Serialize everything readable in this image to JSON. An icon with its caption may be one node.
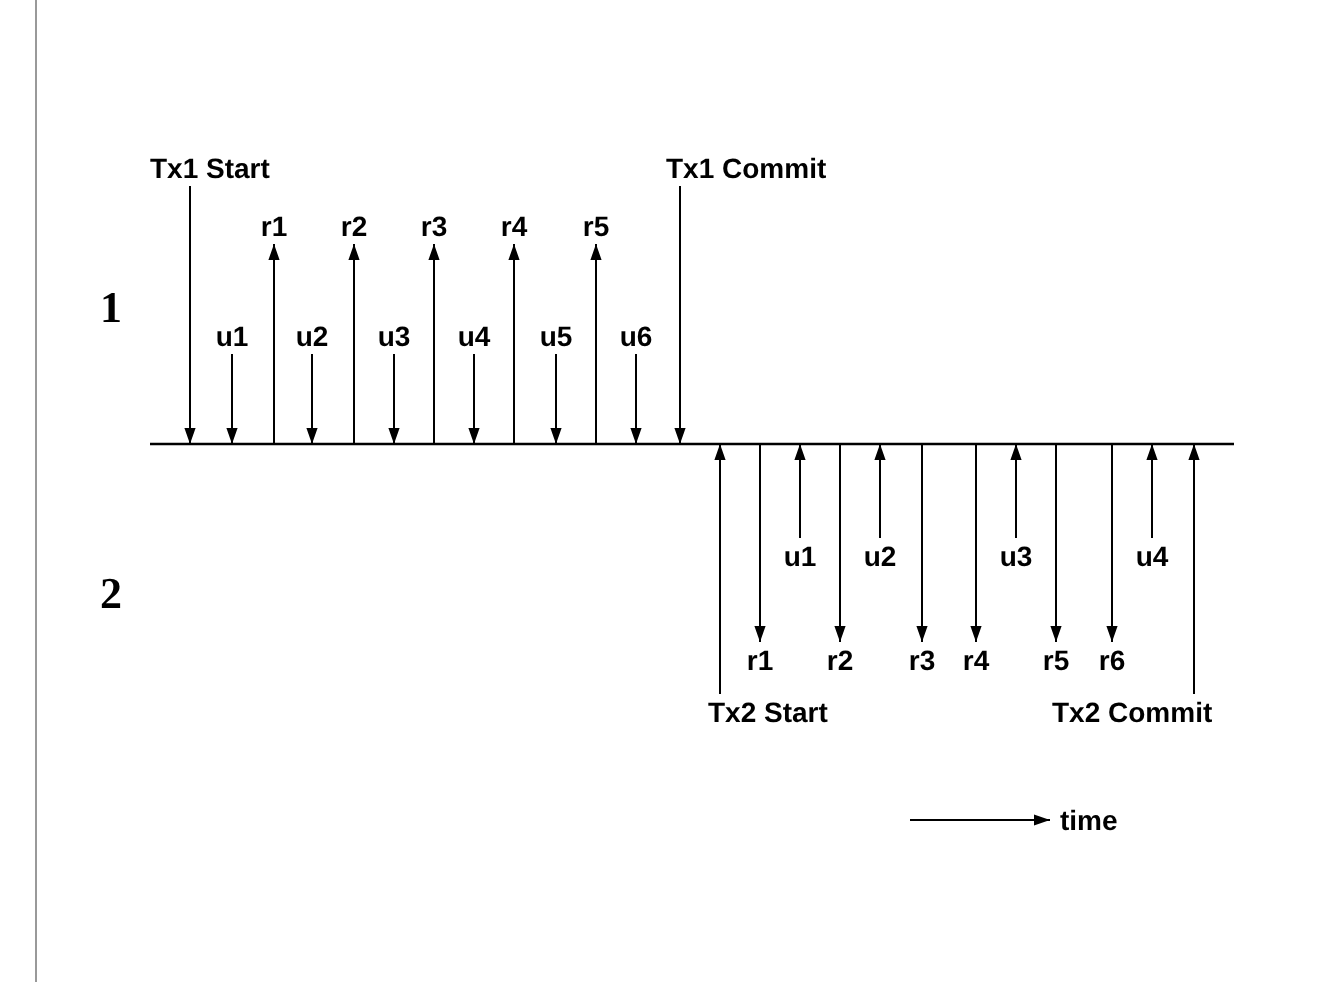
{
  "diagram": {
    "nodes": [
      {
        "text": [
          "Tx1 Start"
        ]
      },
      {
        "text": [
          "Tx1 Commit"
        ]
      },
      {
        "text": [
          "r1"
        ]
      },
      {
        "text": [
          "r2"
        ]
      },
      {
        "text": [
          "r3"
        ]
      },
      {
        "text": [
          "r4"
        ]
      },
      {
        "text": [
          "r5"
        ]
      },
      {
        "text": [
          "u1"
        ]
      },
      {
        "text": [
          "u2"
        ]
      },
      {
        "text": [
          "u3"
        ]
      },
      {
        "text": [
          "u4"
        ]
      },
      {
        "text": [
          "u5"
        ]
      },
      {
        "text": [
          "u6"
        ]
      },
      {
        "text": [
          "u1"
        ]
      },
      {
        "text": [
          "u2"
        ]
      },
      {
        "text": [
          "u3"
        ]
      },
      {
        "text": [
          "u4"
        ]
      },
      {
        "text": [
          "r1"
        ]
      },
      {
        "text": [
          "r2"
        ]
      },
      {
        "text": [
          "r3"
        ]
      },
      {
        "text": [
          "r4"
        ]
      },
      {
        "text": [
          "r5"
        ]
      },
      {
        "text": [
          "r6"
        ]
      },
      {
        "text": [
          "Tx2 Start"
        ]
      },
      {
        "text": [
          "Tx2 Commit"
        ]
      }
    ],
    "edges": [
      {
        "from": 0,
        "to": null,
        "arrow": "to"
      },
      {
        "from": 7,
        "to": null,
        "arrow": "to"
      },
      {
        "from": null,
        "to": 2,
        "arrow": "to"
      },
      {
        "from": 8,
        "to": null,
        "arrow": "to"
      },
      {
        "from": null,
        "to": 3,
        "arrow": "to"
      },
      {
        "from": 9,
        "to": null,
        "arrow": "to"
      },
      {
        "from": null,
        "to": 4,
        "arrow": "to"
      },
      {
        "from": 10,
        "to": null,
        "arrow": "to"
      },
      {
        "from": null,
        "to": 5,
        "arrow": "to"
      },
      {
        "from": 11,
        "to": null,
        "arrow": "to"
      },
      {
        "from": null,
        "to": 6,
        "arrow": "to"
      },
      {
        "from": 12,
        "to": null,
        "arrow": "to"
      },
      {
        "from": 1,
        "to": null,
        "arrow": "to"
      },
      {
        "from": 23,
        "to": null,
        "arrow": "to"
      },
      {
        "from": null,
        "to": 17,
        "arrow": "to"
      },
      {
        "from": 13,
        "to": null,
        "arrow": "to"
      },
      {
        "from": null,
        "to": 18,
        "arrow": "to"
      },
      {
        "from": 14,
        "to": null,
        "arrow": "to"
      },
      {
        "from": null,
        "to": 19,
        "arrow": "to"
      },
      {
        "from": null,
        "to": 20,
        "arrow": "to"
      },
      {
        "from": 15,
        "to": null,
        "arrow": "to"
      },
      {
        "from": null,
        "to": 21,
        "arrow": "to"
      },
      {
        "from": null,
        "to": 22,
        "arrow": "to"
      },
      {
        "from": 16,
        "to": null,
        "arrow": "to"
      },
      {
        "from": 24,
        "to": null,
        "arrow": "to"
      }
    ],
    "labels": [
      "1",
      "2",
      "time"
    ]
  }
}
